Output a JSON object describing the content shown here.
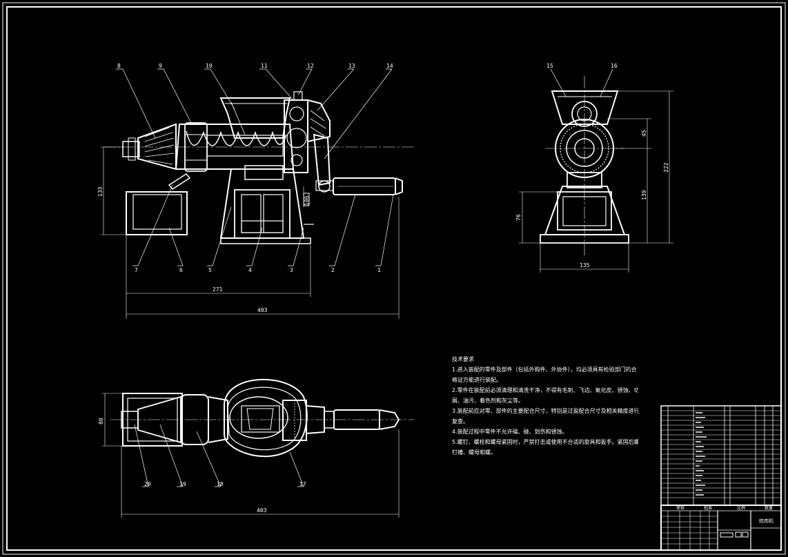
{
  "drawing": {
    "type": "CAD assembly drawing, white on black",
    "colors": {
      "background": "#000000",
      "lines": "#ffffff",
      "hatch": "#ffffff"
    }
  },
  "balloons": {
    "b1": "1",
    "b2": "2",
    "b3": "3",
    "b4": "4",
    "b5": "5",
    "b6": "6",
    "b7": "7",
    "b8": "8",
    "b9": "9",
    "b10": "10",
    "b11": "11",
    "b12": "12",
    "b13": "13",
    "b14": "14",
    "b15": "15",
    "b16": "16",
    "b17": "17",
    "b18": "18",
    "b19": "19",
    "b20": "20"
  },
  "dimensions": {
    "front_height_left": "133",
    "front_length_271": "271",
    "front_length_403": "403",
    "front_small_vertical": "106",
    "side_width": "135",
    "side_height_left": "76",
    "side_top_small": "45",
    "side_middle": "139",
    "side_total_height": "222",
    "top_height": "80",
    "top_length": "403"
  },
  "tech_requirements": {
    "title": "技术要求",
    "items": [
      "1.进入装配的零件及部件（包括外购件、外协件），均必须具有检验部门的合",
      "格证方能进行装配。",
      "2.零件在装配前必须清理和清洗干净，不得有毛刺、飞边、氧化皮、锈蚀、切",
      "屑、油污、着色剂和灰尘等。",
      "3.装配前应对零、部件的主要配合尺寸，特别是过盈配合尺寸及相关精度进行",
      "复查。",
      "4.装配过程中零件不允许磕、碰、划伤和锈蚀。",
      "5.螺钉、螺栓和螺母紧固时，严禁打击或使用不合适的旋具和扳手。紧固后螺",
      "钉槽、螺母和螺。"
    ]
  },
  "title_block": {
    "label_a": "审核",
    "label_b": "批准",
    "label_c": "比例",
    "label_d": "数量",
    "drawing_name": "绞肉机"
  }
}
